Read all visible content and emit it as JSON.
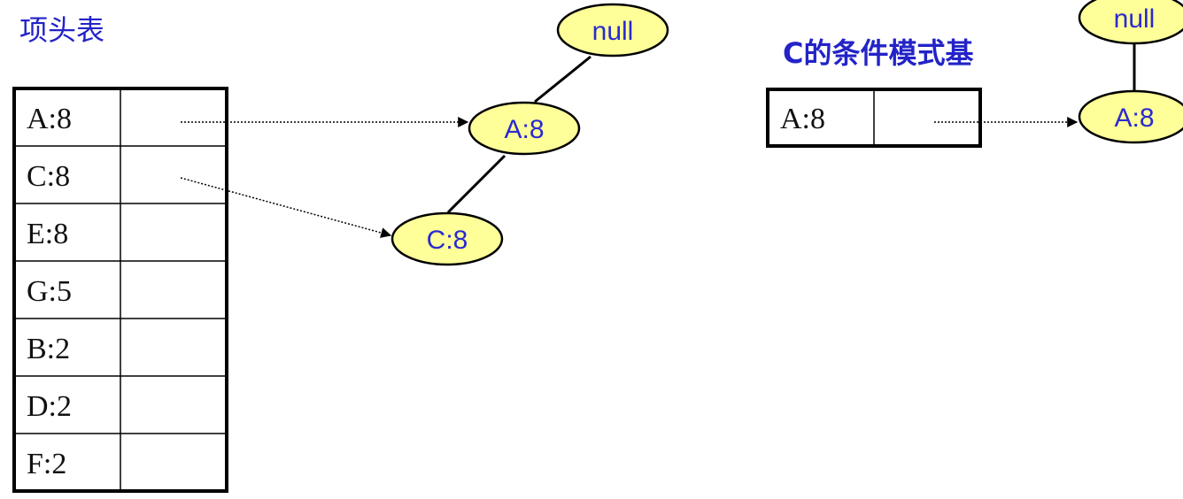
{
  "colors": {
    "label_blue": "#2323c8",
    "node_fill": "#ffff99",
    "node_text": "#2a2ad0",
    "line": "#000000"
  },
  "header_table": {
    "title": "项头表",
    "rows": [
      "A:8",
      "C:8",
      "E:8",
      "G:5",
      "B:2",
      "D:2",
      "F:2"
    ]
  },
  "tree1": {
    "nodes": {
      "root": "null",
      "a": "A:8",
      "c": "C:8"
    }
  },
  "cond_base": {
    "title": "C的条件模式基",
    "rows": [
      "A:8"
    ]
  },
  "tree2": {
    "nodes": {
      "root": "null",
      "a": "A:8"
    }
  }
}
